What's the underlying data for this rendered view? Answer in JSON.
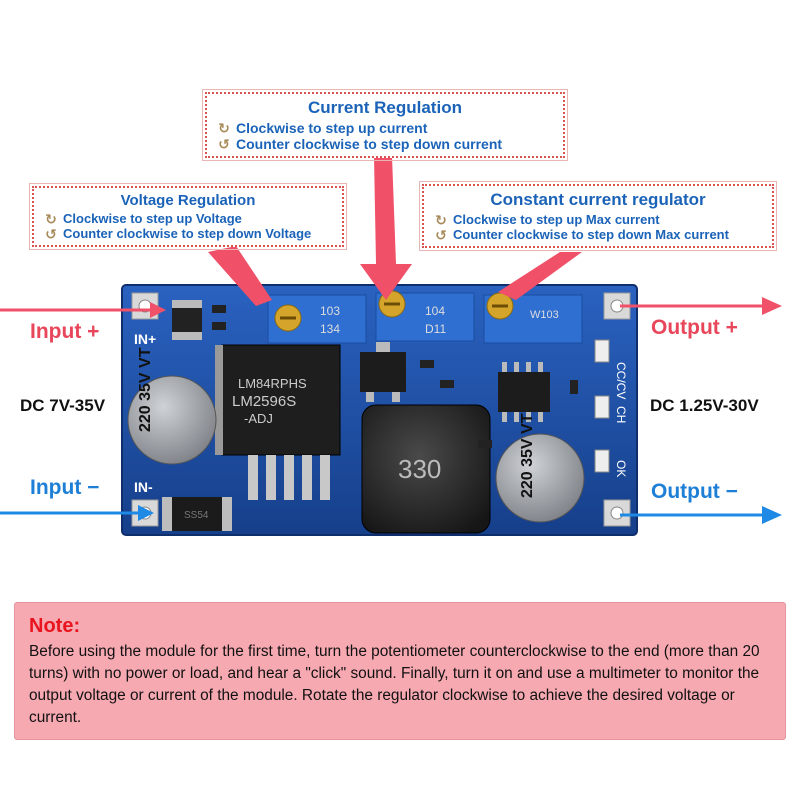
{
  "callouts": {
    "current": {
      "title": "Current Regulation",
      "cw": "Clockwise to step up current",
      "ccw": "Counter clockwise to step down current"
    },
    "voltage": {
      "title": "Voltage Regulation",
      "cw": "Clockwise to step up Voltage",
      "ccw": "Counter clockwise to step down Voltage"
    },
    "constant_current": {
      "title": "Constant current regulator",
      "cw": "Clockwise to step up Max current",
      "ccw": "Counter clockwise to step down Max current"
    }
  },
  "labels": {
    "input_pos": "Input",
    "input_neg": "Input",
    "output_pos": "Output",
    "output_neg": "Output",
    "plus": "+",
    "minus": "−",
    "dc_in": "DC 7V-35V",
    "dc_out": "DC 1.25V-30V"
  },
  "board": {
    "in_plus": "IN+",
    "in_minus": "IN-",
    "chip_line1": "LM84RPHS",
    "chip_line2": "LM2596S",
    "chip_line3": "-ADJ",
    "cap_text": [
      "220",
      "35V",
      "VT"
    ],
    "inductor": "330",
    "pot1_top": "103",
    "pot1_bot": "134",
    "pot2_top": "104",
    "pot2_bot": "D11",
    "pot3_top": "W103",
    "cc_cv": "CC/CV",
    "ch": "CH",
    "ok": "OK",
    "diode": "SS54"
  },
  "note": {
    "title": "Note:",
    "body": "Before using the module for the first time, turn the potentiometer counterclockwise to the end (more than 20 turns) with no power or load, and hear a \"click\" sound. Finally, turn it on and use a multimeter to monitor the output voltage or current of the module. Rotate the regulator clockwise to achieve the desired voltage or current."
  },
  "colors": {
    "pcb": "#1d4fa3",
    "positive": "#e8465a",
    "negative": "#1e7fd6",
    "callout_text": "#1b63b8",
    "note_bg": "#f7a9b2",
    "note_title": "#e8141e"
  }
}
